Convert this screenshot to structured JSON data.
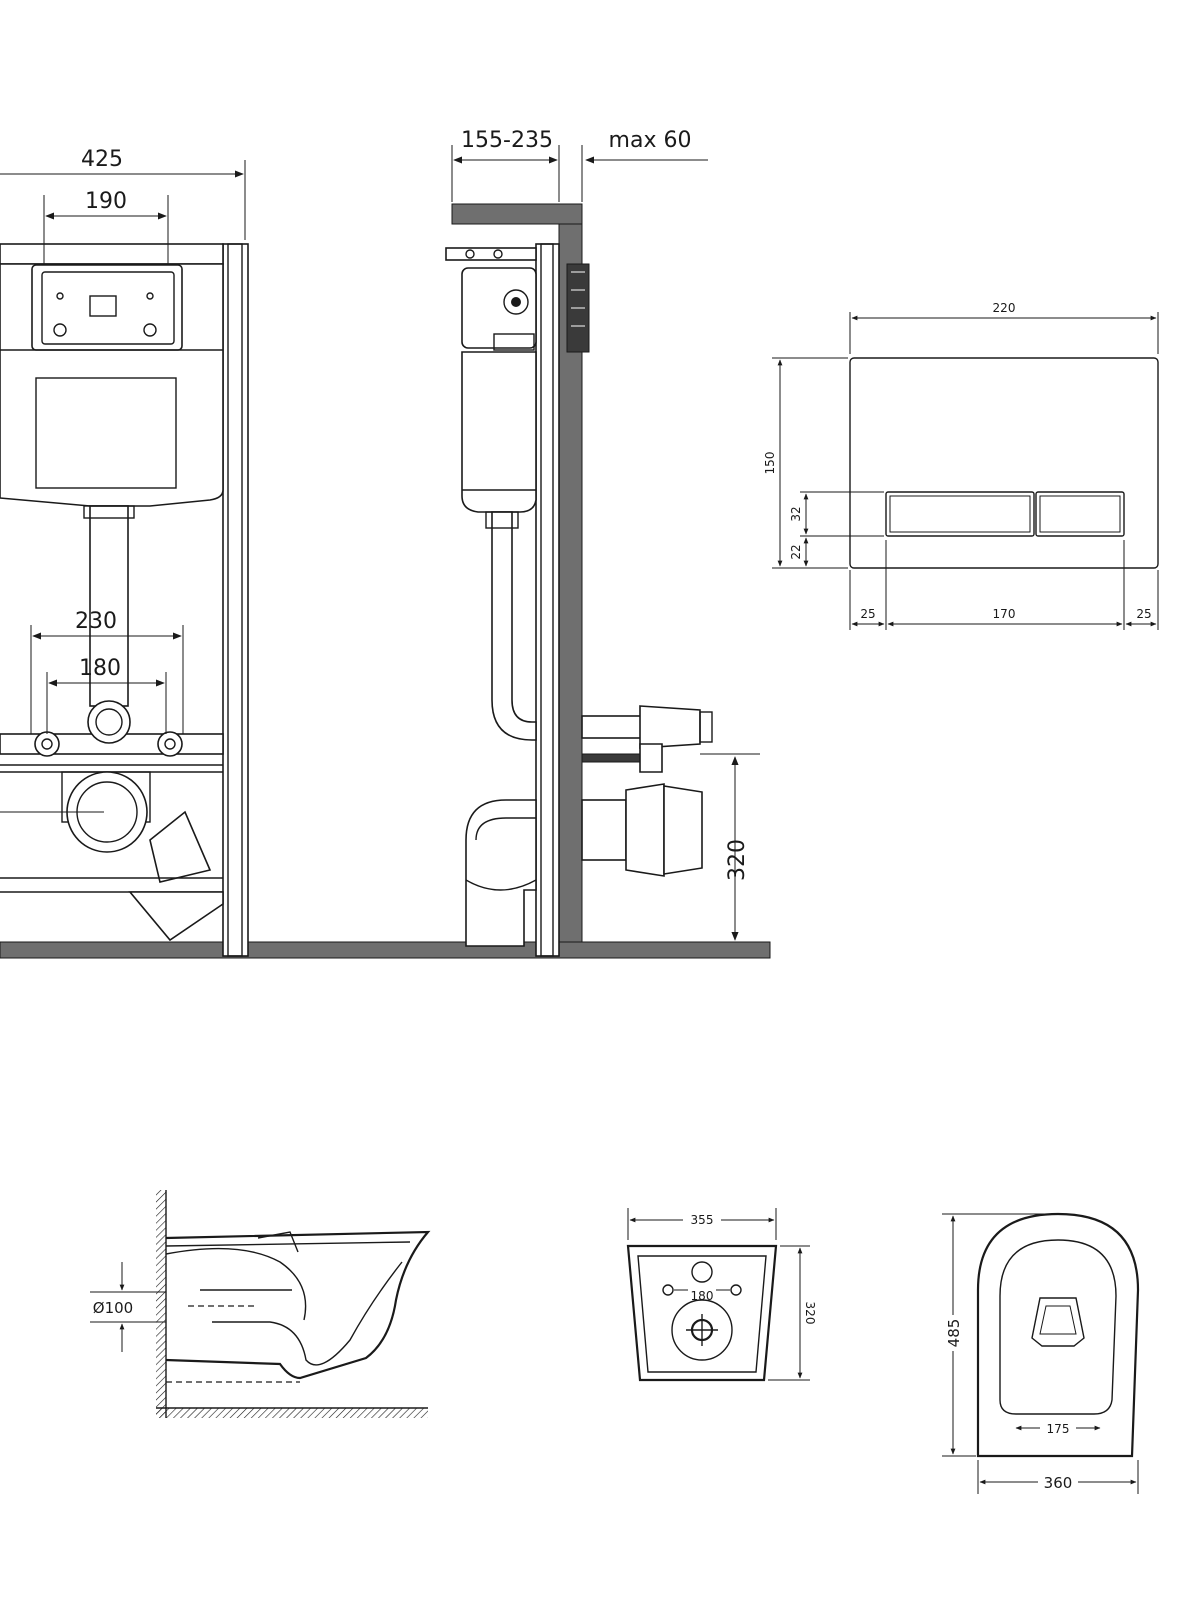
{
  "frame_front": {
    "width_total": "425",
    "width_top_mount": "190",
    "drain_mount_outer": "230",
    "drain_mount_inner": "180"
  },
  "frame_side": {
    "depth_range": "155-235",
    "wall_max": "max 60",
    "drain_height": "320"
  },
  "flush_plate": {
    "width": "220",
    "height": "150",
    "button_height": "32",
    "button_bottom_offset": "22",
    "margin_left": "25",
    "button_width": "170",
    "margin_right": "25"
  },
  "bowl_side": {
    "outlet_diameter": "Ø100"
  },
  "bowl_back": {
    "width": "355",
    "mount_spacing": "180",
    "height": "320"
  },
  "bowl_top": {
    "length": "485",
    "inner_width": "175",
    "width": "360"
  },
  "colors": {
    "line": "#1a1a1a",
    "wall": "#6f6f6f",
    "background": "#ffffff"
  }
}
